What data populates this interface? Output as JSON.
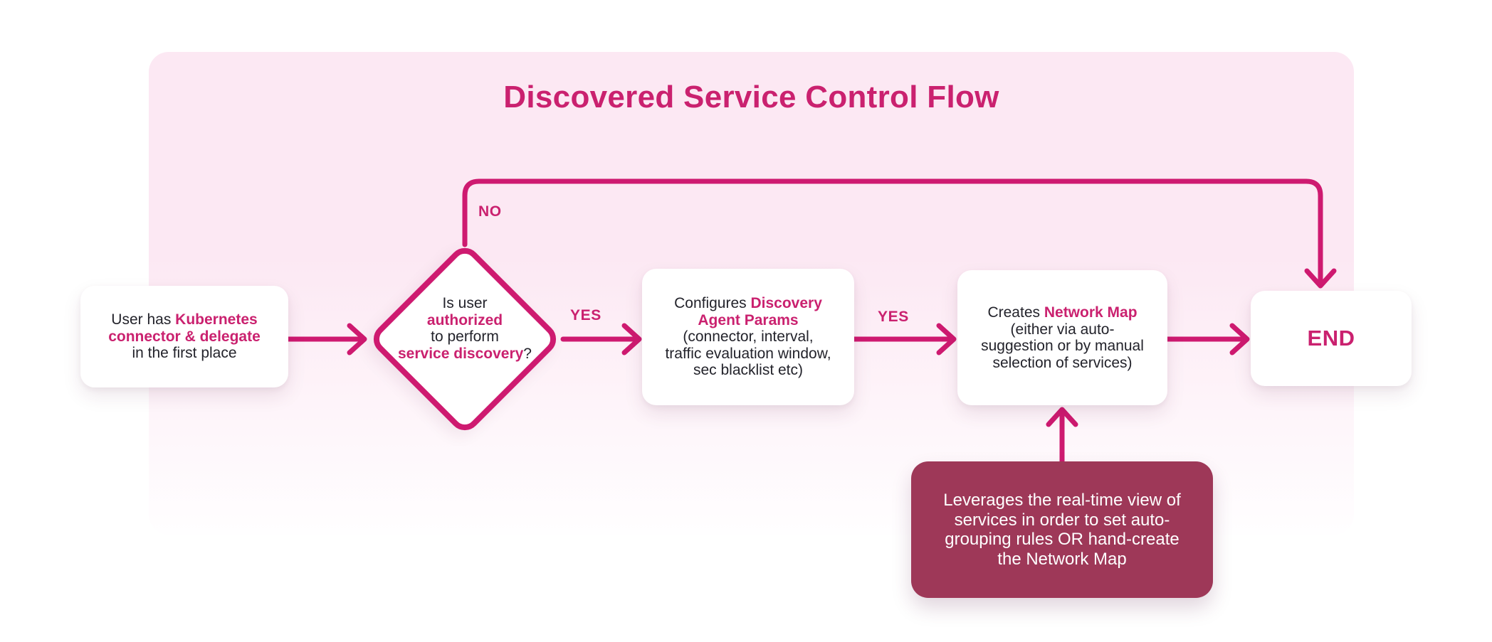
{
  "title": "Discovered Service Control Flow",
  "colors": {
    "accent": "#CA216F",
    "line": "#CE1A70",
    "panel_pink": "#FCE8F3",
    "note_bg": "#9E3858",
    "text_dark": "#23232B",
    "card_bg": "#FFFFFF"
  },
  "edge_labels": {
    "no": "NO",
    "yes1": "YES",
    "yes2": "YES"
  },
  "nodes": {
    "start": {
      "segments": [
        {
          "t": "User has ",
          "em": false
        },
        {
          "t": "Kubernetes\nconnector & delegate",
          "em": true
        },
        {
          "t": "\nin the first place",
          "em": false
        }
      ]
    },
    "decision": {
      "segments": [
        {
          "t": "Is user\n",
          "em": false
        },
        {
          "t": "authorized",
          "em": true
        },
        {
          "t": "\nto perform\n",
          "em": false
        },
        {
          "t": "service discovery",
          "em": true
        },
        {
          "t": "?",
          "em": false
        }
      ]
    },
    "configure": {
      "segments": [
        {
          "t": "Configures ",
          "em": false
        },
        {
          "t": "Discovery\nAgent Params",
          "em": true
        },
        {
          "t": "\n(connector, interval,\ntraffic evaluation window,\nsec blacklist etc)",
          "em": false
        }
      ]
    },
    "create_map": {
      "segments": [
        {
          "t": "Creates ",
          "em": false
        },
        {
          "t": "Network Map",
          "em": true
        },
        {
          "t": "\n(either via auto-\nsuggestion or by manual\nselection of services)",
          "em": false
        }
      ]
    },
    "end": {
      "label": "END"
    },
    "note": {
      "segments": [
        {
          "t": "Leverages the real-time view of\nservices in order to set auto-\ngrouping rules OR hand-create\nthe Network Map",
          "em": false
        }
      ]
    }
  }
}
